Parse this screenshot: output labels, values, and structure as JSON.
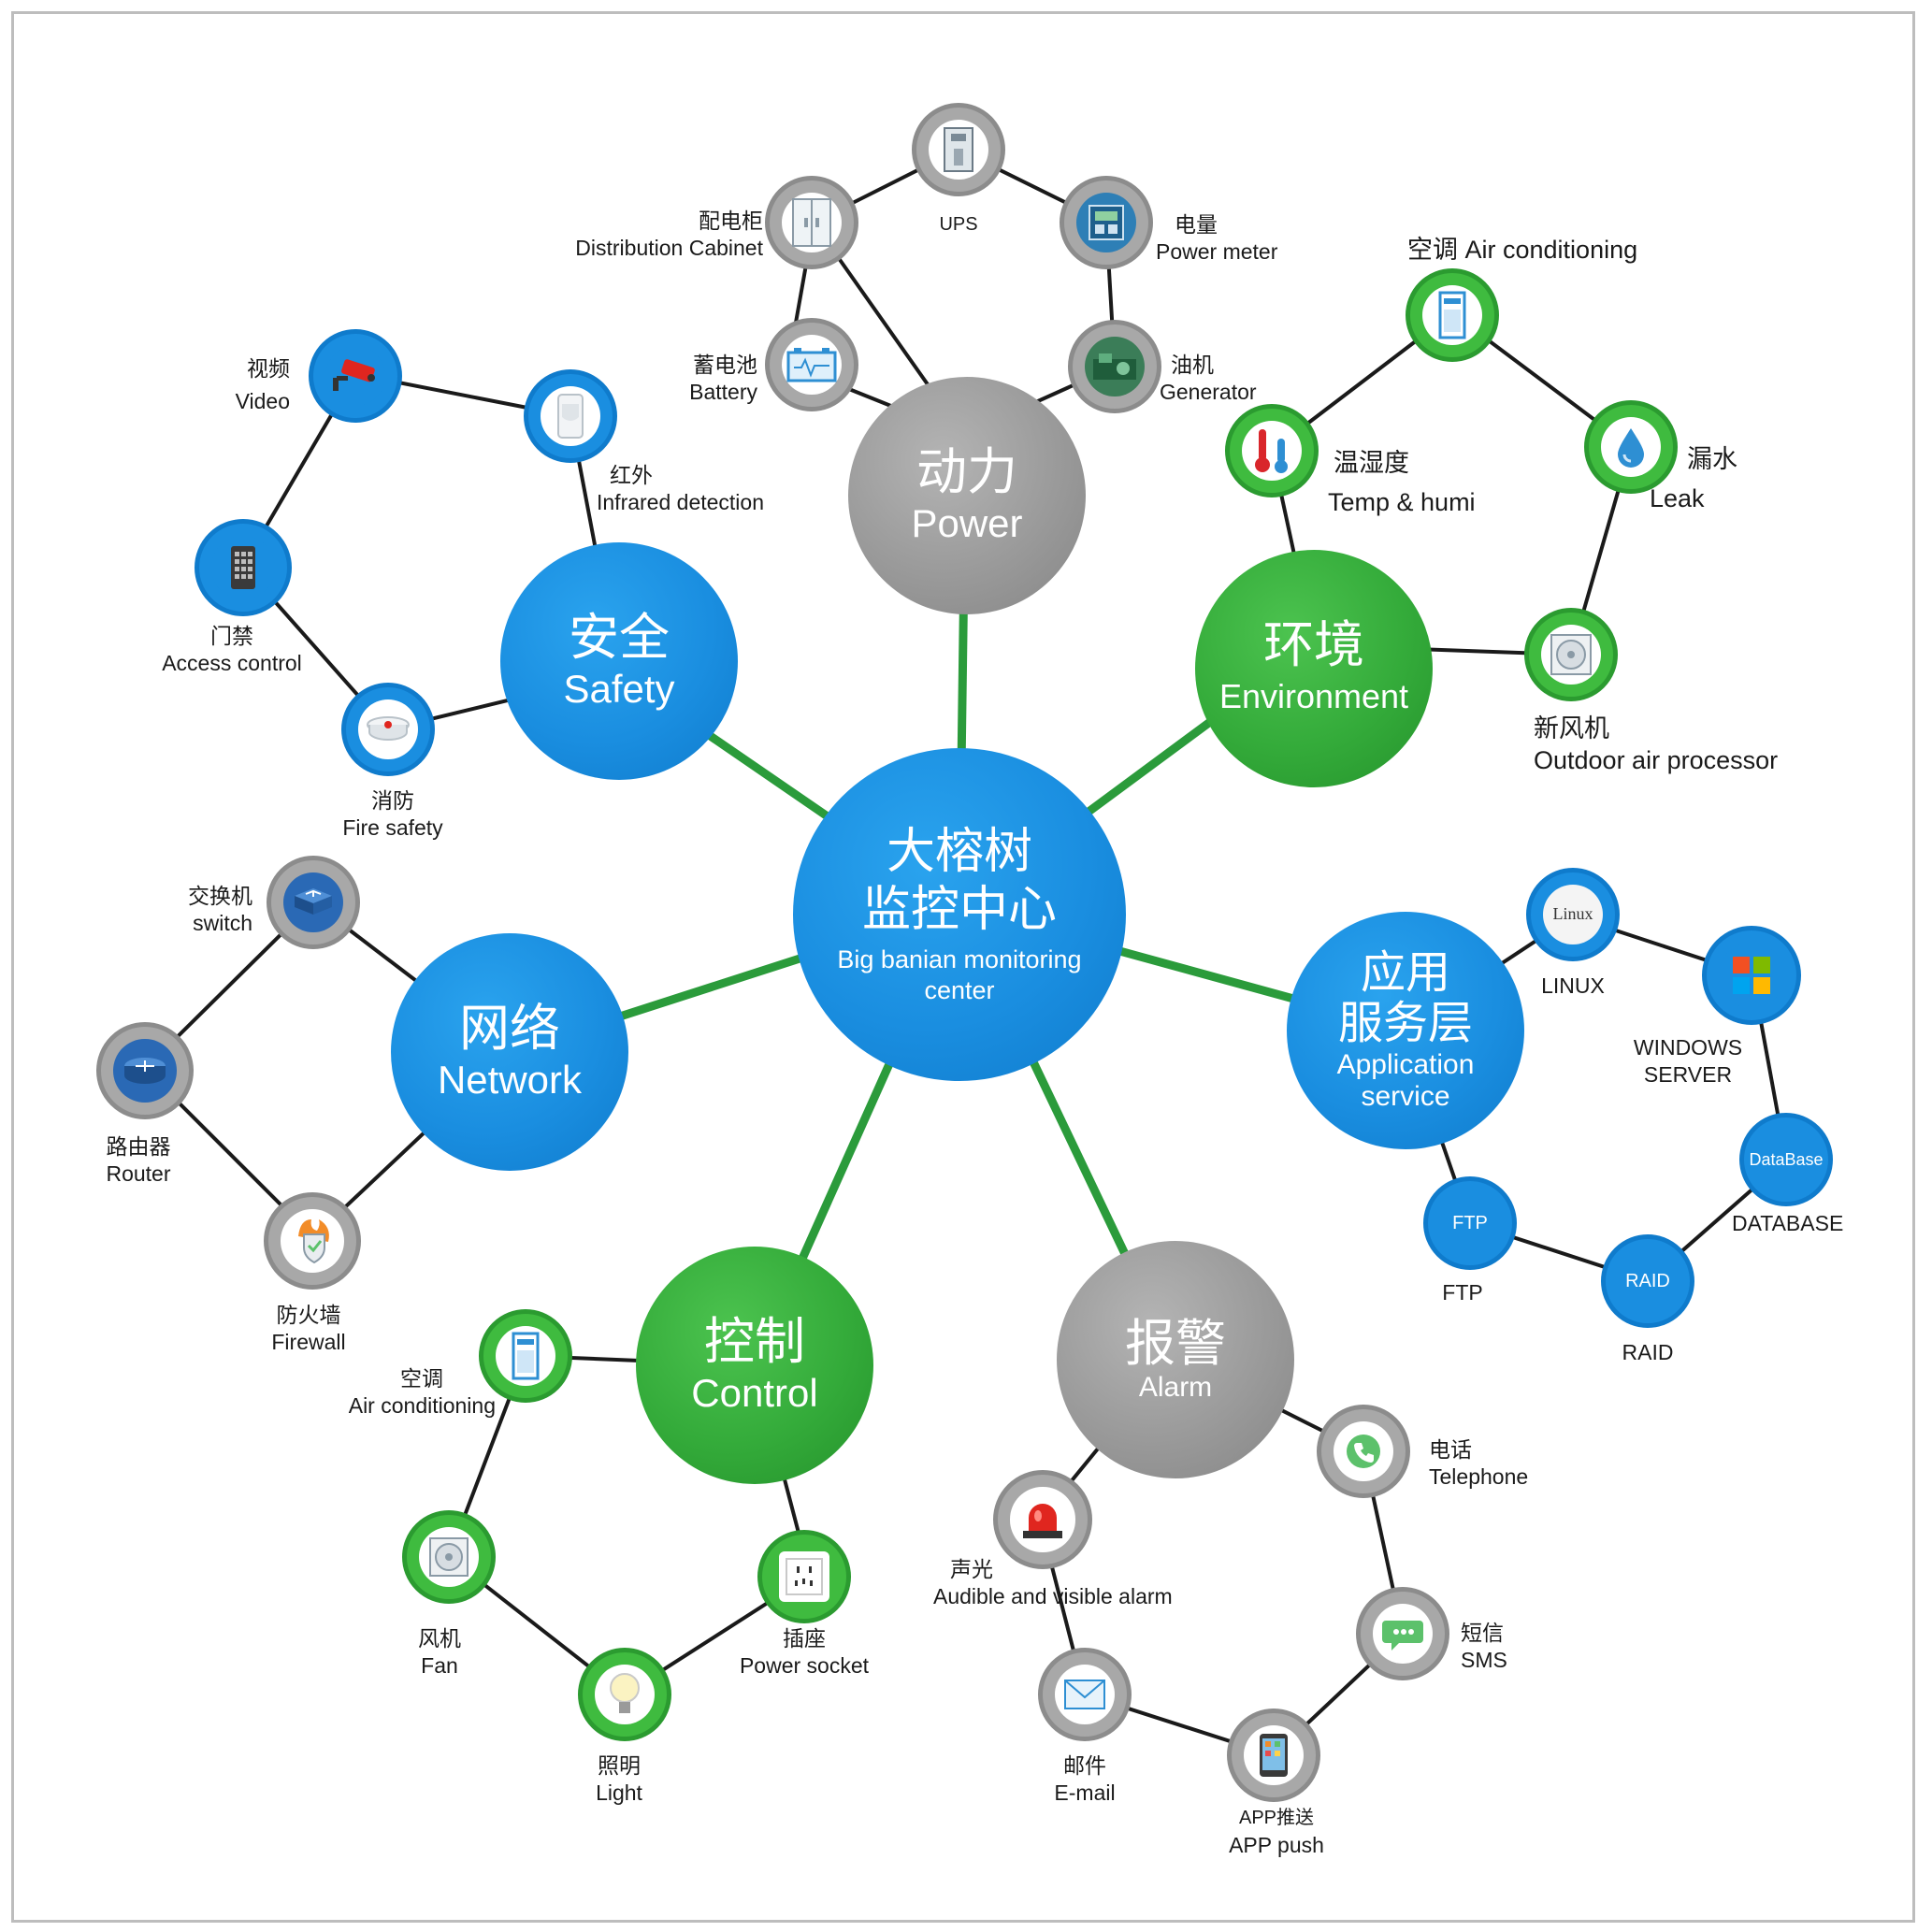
{
  "center": {
    "zh1": "大榕树",
    "zh2": "监控中心",
    "en1": "Big banian monitoring",
    "en2": "center"
  },
  "hubs": {
    "power": {
      "zh": "动力",
      "en": "Power"
    },
    "environment": {
      "zh": "环境",
      "en": "Environment"
    },
    "application": {
      "zh1": "应用",
      "zh2": "服务层",
      "en1": "Application",
      "en2": "service"
    },
    "alarm": {
      "zh": "报警",
      "en": "Alarm"
    },
    "control": {
      "zh": "控制",
      "en": "Control"
    },
    "network": {
      "zh1": "网络",
      "en": "Network"
    },
    "safety": {
      "zh": "安全",
      "en": "Safety"
    }
  },
  "power_nodes": {
    "ups": {
      "en": "UPS"
    },
    "power_meter": {
      "zh": "电量",
      "en": "Power meter"
    },
    "generator": {
      "zh": "油机",
      "en": "Generator"
    },
    "battery": {
      "zh": "蓄电池",
      "en": "Battery"
    },
    "distribution_cabinet": {
      "zh": "配电柜",
      "en": "Distribution Cabinet"
    }
  },
  "environment_nodes": {
    "air_conditioning": {
      "text": "空调 Air conditioning"
    },
    "leak": {
      "zh": "漏水",
      "en": "Leak"
    },
    "outdoor_air": {
      "zh": "新风机",
      "en": "Outdoor air processor"
    },
    "temp_humi": {
      "zh": "温湿度",
      "en": "Temp & humi"
    }
  },
  "application_nodes": {
    "linux": {
      "label": "LINUX",
      "icon_text": "Linux"
    },
    "windows": {
      "label1": "WINDOWS",
      "label2": "SERVER"
    },
    "database": {
      "label": "DATABASE",
      "icon_text": "DataBase"
    },
    "raid": {
      "label": "RAID",
      "icon_text": "RAID"
    },
    "ftp": {
      "label": "FTP",
      "icon_text": "FTP"
    }
  },
  "alarm_nodes": {
    "telephone": {
      "zh": "电话",
      "en": "Telephone"
    },
    "sms": {
      "zh": "短信",
      "en": "SMS"
    },
    "app_push": {
      "zh": "APP推送",
      "en": "APP push"
    },
    "email": {
      "zh": "邮件",
      "en": "E-mail"
    },
    "audible": {
      "zh": "声光",
      "en": "Audible and visible alarm"
    }
  },
  "control_nodes": {
    "air_conditioning": {
      "zh": "空调",
      "en": "Air conditioning"
    },
    "fan": {
      "zh": "风机",
      "en": "Fan"
    },
    "light": {
      "zh": "照明",
      "en": "Light"
    },
    "power_socket": {
      "zh": "插座",
      "en": "Power socket"
    }
  },
  "network_nodes": {
    "switch": {
      "zh": "交换机",
      "en": "switch"
    },
    "router": {
      "zh": "路由器",
      "en": "Router"
    },
    "firewall": {
      "zh": "防火墙",
      "en": "Firewall"
    }
  },
  "safety_nodes": {
    "video": {
      "zh": "视频",
      "en": "Video"
    },
    "infrared": {
      "zh": "红外",
      "en": "Infrared detection"
    },
    "access": {
      "zh": "门禁",
      "en": "Access control"
    },
    "fire": {
      "zh": "消防",
      "en": "Fire safety"
    }
  },
  "colors": {
    "blue": "#1a8ee0",
    "green": "#34ab3a",
    "gray": "#9a9a9a",
    "link": "#2b9b3b",
    "edge": "#1a1a1a"
  }
}
